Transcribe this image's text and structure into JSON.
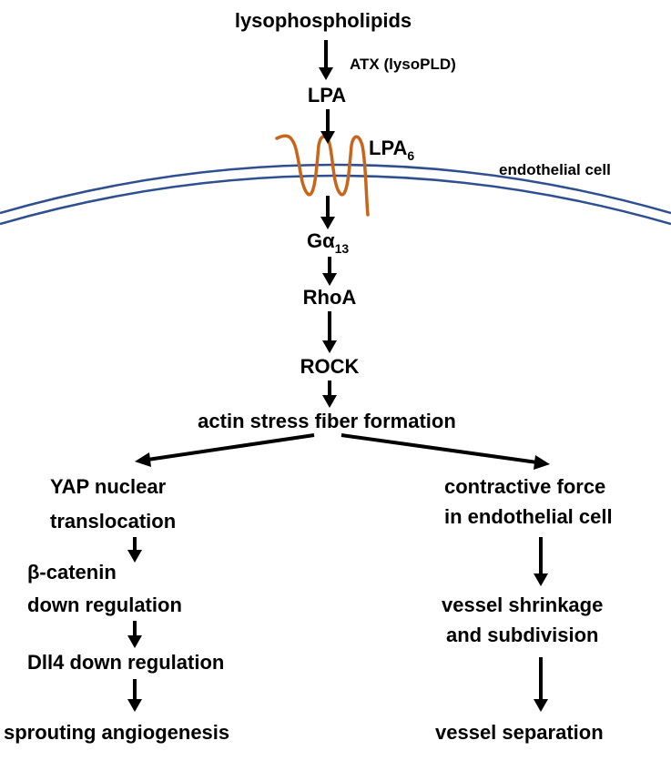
{
  "nodes": {
    "lysophospholipids": "lysophospholipids",
    "atx": "ATX (lysoPLD)",
    "lpa": "LPA",
    "lpa6_main": "LPA",
    "lpa6_sub": "6",
    "endothelial_cell": "endothelial cell",
    "galpha_main": "Gα",
    "galpha_sub": "13",
    "rhoa": "RhoA",
    "rock": "ROCK",
    "actin": "actin stress fiber formation",
    "yap_line1": "YAP nuclear",
    "yap_line2": "translocation",
    "catenin_line1": "β-catenin",
    "catenin_line2": "down regulation",
    "dll4": "Dll4 down regulation",
    "sprouting": "sprouting angiogenesis",
    "contractive_line1": "contractive force",
    "contractive_line2": "in endothelial cell",
    "shrinkage_line1": "vessel shrinkage",
    "shrinkage_line2": "and subdivision",
    "separation": "vessel separation"
  },
  "colors": {
    "membrane": "#2f4f8f",
    "receptor": "#c8651b",
    "text": "#000000"
  }
}
